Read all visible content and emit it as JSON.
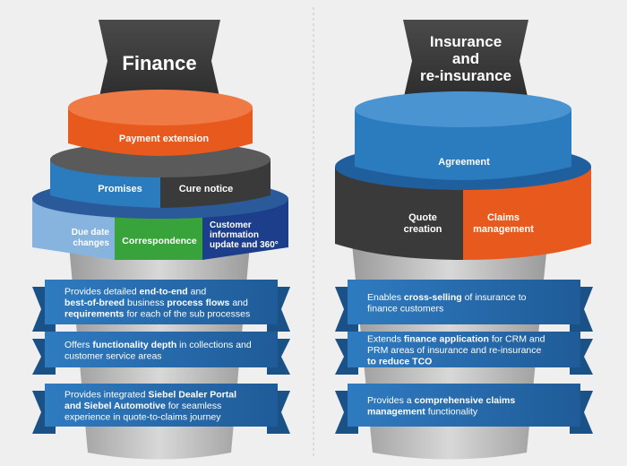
{
  "left": {
    "title": "Finance",
    "tiers": {
      "top": "Payment  extension",
      "middle_left": "Promises",
      "middle_right": "Cure notice",
      "bottom_left": [
        "Due date",
        "changes"
      ],
      "bottom_center": "Correspondence",
      "bottom_right": [
        "Customer",
        "information",
        "update and 360°"
      ]
    },
    "banners": [
      [
        [
          {
            "t": "Provides detailed "
          },
          {
            "t": "end-to-end",
            "b": true
          },
          {
            "t": " and"
          }
        ],
        [
          {
            "t": "best-of-breed",
            "b": true
          },
          {
            "t": " business "
          },
          {
            "t": "process flows",
            "b": true
          },
          {
            "t": " and"
          }
        ],
        [
          {
            "t": "requirements",
            "b": true
          },
          {
            "t": " for each of the sub processes"
          }
        ]
      ],
      [
        [
          {
            "t": "Offers "
          },
          {
            "t": "functionality depth",
            "b": true
          },
          {
            "t": " in collections  and"
          }
        ],
        [
          {
            "t": "customer service areas"
          }
        ]
      ],
      [
        [
          {
            "t": "Provides integrated "
          },
          {
            "t": "Siebel Dealer Portal",
            "b": true
          }
        ],
        [
          {
            "t": "and Siebel Automotive",
            "b": true
          },
          {
            "t": " for seamless"
          }
        ],
        [
          {
            "t": "experience in quote-to-claims journey"
          }
        ]
      ]
    ]
  },
  "right": {
    "title": [
      "Insurance",
      "and",
      "re-insurance"
    ],
    "tiers": {
      "top": "Agreement",
      "bottom_left": [
        "Quote",
        "creation"
      ],
      "bottom_right": [
        "Claims",
        "management"
      ]
    },
    "banners": [
      [
        [
          {
            "t": "Enables "
          },
          {
            "t": "cross-selling",
            "b": true
          },
          {
            "t": " of insurance to"
          }
        ],
        [
          {
            "t": "finance customers"
          }
        ]
      ],
      [
        [
          {
            "t": "Extends "
          },
          {
            "t": "finance application",
            "b": true
          },
          {
            "t": " for CRM and"
          }
        ],
        [
          {
            "t": "PRM areas of insurance and re-insurance"
          }
        ],
        [
          {
            "t": "to reduce TCO",
            "b": true
          }
        ]
      ],
      [
        [
          {
            "t": "Provides a "
          },
          {
            "t": "comprehensive claims",
            "b": true
          }
        ],
        [
          {
            "t": "management",
            "b": true
          },
          {
            "t": " functionality"
          }
        ]
      ]
    ]
  },
  "colors": {
    "orange": "#e8591e",
    "blue": "#2b7bbf",
    "dark": "#3a3a3a",
    "light_blue": "#86b4df",
    "green": "#39a33b",
    "navy": "#1d3e8a",
    "banner": "#2468a8",
    "banner_tail": "#1a5287",
    "title_box": "#3d3d3d"
  }
}
